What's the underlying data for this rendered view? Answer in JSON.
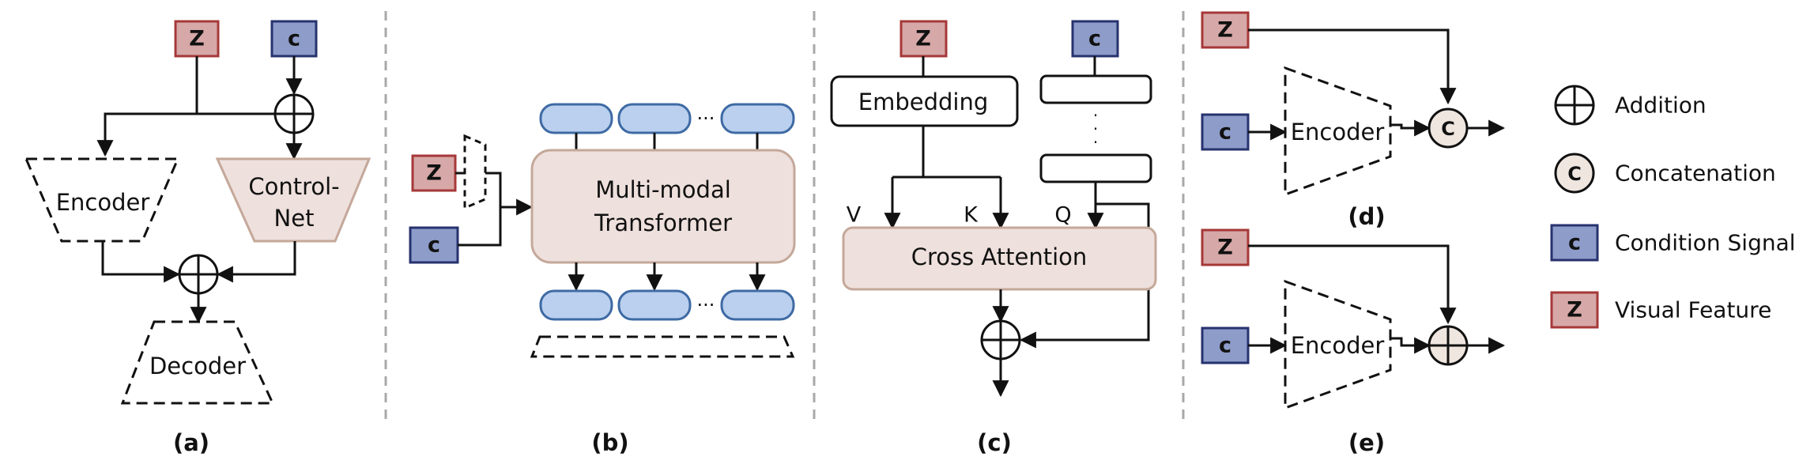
{
  "colors": {
    "z_fill": "#d7a8a8",
    "z_stroke": "#a63838",
    "c_fill": "#8d9cc9",
    "c_stroke": "#27326e",
    "block_fill": "#eee0dc",
    "block_stroke": "#c4a89a",
    "token_fill": "#bad0ee",
    "token_stroke": "#3e6aa4",
    "divider": "#a8a8a8"
  },
  "symbols": {
    "z": "Z",
    "c": "c",
    "concat": "C",
    "dots": "···"
  },
  "panels": {
    "a": {
      "caption": "(a)",
      "encoder": "Encoder",
      "controlnet_line1": "Control-",
      "controlnet_line2": "Net",
      "decoder": "Decoder"
    },
    "b": {
      "caption": "(b)",
      "transformer_line1": "Multi-modal",
      "transformer_line2": "Transformer"
    },
    "c": {
      "caption": "(c)",
      "embedding": "Embedding",
      "cross_attention": "Cross Attention",
      "label_v": "V",
      "label_k": "K",
      "label_q": "Q"
    },
    "d": {
      "caption": "(d)",
      "encoder": "Encoder"
    },
    "e": {
      "caption": "(e)",
      "encoder": "Encoder"
    }
  },
  "legend": {
    "addition": "Addition",
    "concatenation": "Concatenation",
    "condition_signal": "Condition Signal",
    "visual_feature": "Visual Feature"
  }
}
